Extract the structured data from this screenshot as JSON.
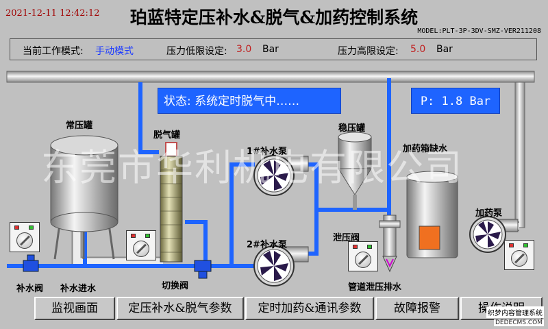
{
  "header": {
    "datetime": "2021-12-11 12:42:12",
    "title": "珀蓝特定压补水&脱气&加药控制系统",
    "model": "MODEL:PLT-3P-3DV-SMZ-VER211208"
  },
  "settings": {
    "mode_label": "当前工作模式:",
    "mode_value": "手动模式",
    "low_label": "压力低限设定:",
    "low_value": "3.0",
    "low_unit": "Bar",
    "high_label": "压力高限设定:",
    "high_value": "5.0",
    "high_unit": "Bar"
  },
  "status": {
    "text": "状态: 系统定时脱气中……"
  },
  "pressure": {
    "text": "P: 1.8 Bar"
  },
  "labels": {
    "normal_tank": "常压罐",
    "degas_tank": "脱气罐",
    "stable_tank": "稳压罐",
    "pump1": "1#补水泵",
    "pump2": "2#补水泵",
    "chem_tank": "加药箱缺水",
    "chem_pump": "加药泵",
    "relief_valve": "泄压阀",
    "pipe_relief": "管道泄压排水",
    "makeup_valve": "补水阀",
    "makeup_inlet": "补水进水",
    "switch_valve": "切换阀"
  },
  "nav": [
    {
      "label": "监视画面"
    },
    {
      "label": "定压补水&脱气参数"
    },
    {
      "label": "定时加药&通讯参数"
    },
    {
      "label": "故障报警"
    },
    {
      "label": "操作说明"
    }
  ],
  "watermark": "东莞市华利机电有限公司",
  "corner_logo": "织梦内容管理系统",
  "corner_logo_url": "DEDECMS.COM",
  "colors": {
    "water_blue": "#1e64ff",
    "pipe_gray": "#d8d8d8",
    "background": "#c0c0c0",
    "chem_indicator": "#f07020"
  }
}
